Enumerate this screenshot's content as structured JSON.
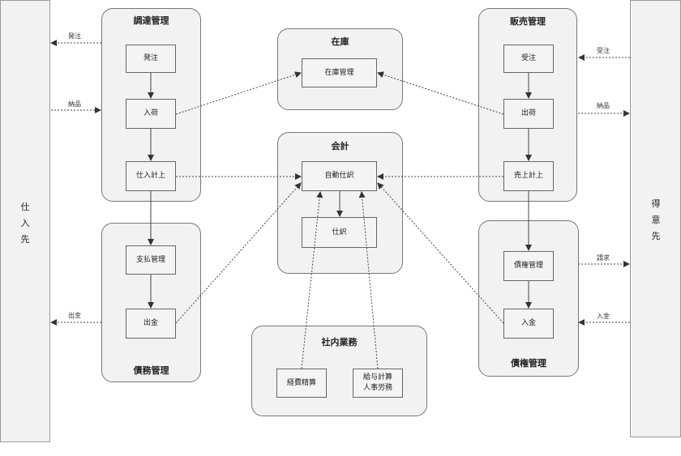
{
  "suppliers": "仕入先",
  "customers": "得意先",
  "groups": {
    "procurement": "調達管理",
    "inventory": "在庫",
    "accounting": "会計",
    "sales": "販売管理",
    "payables": "債務管理",
    "receivables": "債権管理",
    "internal": "社内業務"
  },
  "nodes": {
    "order": "発注",
    "receiving": "入荷",
    "purchase_booking": "仕入計上",
    "inventory_mgmt": "在庫管理",
    "auto_journal": "自動仕訳",
    "journal": "仕訳",
    "order_received": "受注",
    "shipping": "出荷",
    "sales_booking": "売上計上",
    "payment_mgmt": "支払管理",
    "payment_out": "出金",
    "receivable_mgmt": "債権管理",
    "payment_in": "入金",
    "expense": "経費精算",
    "payroll": "給与計算\n人事労務"
  },
  "edge_labels": {
    "order_out": "発注",
    "delivery_in": "納品",
    "payment_out": "出金",
    "order_in": "受注",
    "delivery_out": "納品",
    "billing": "請求",
    "deposit": "入金"
  }
}
